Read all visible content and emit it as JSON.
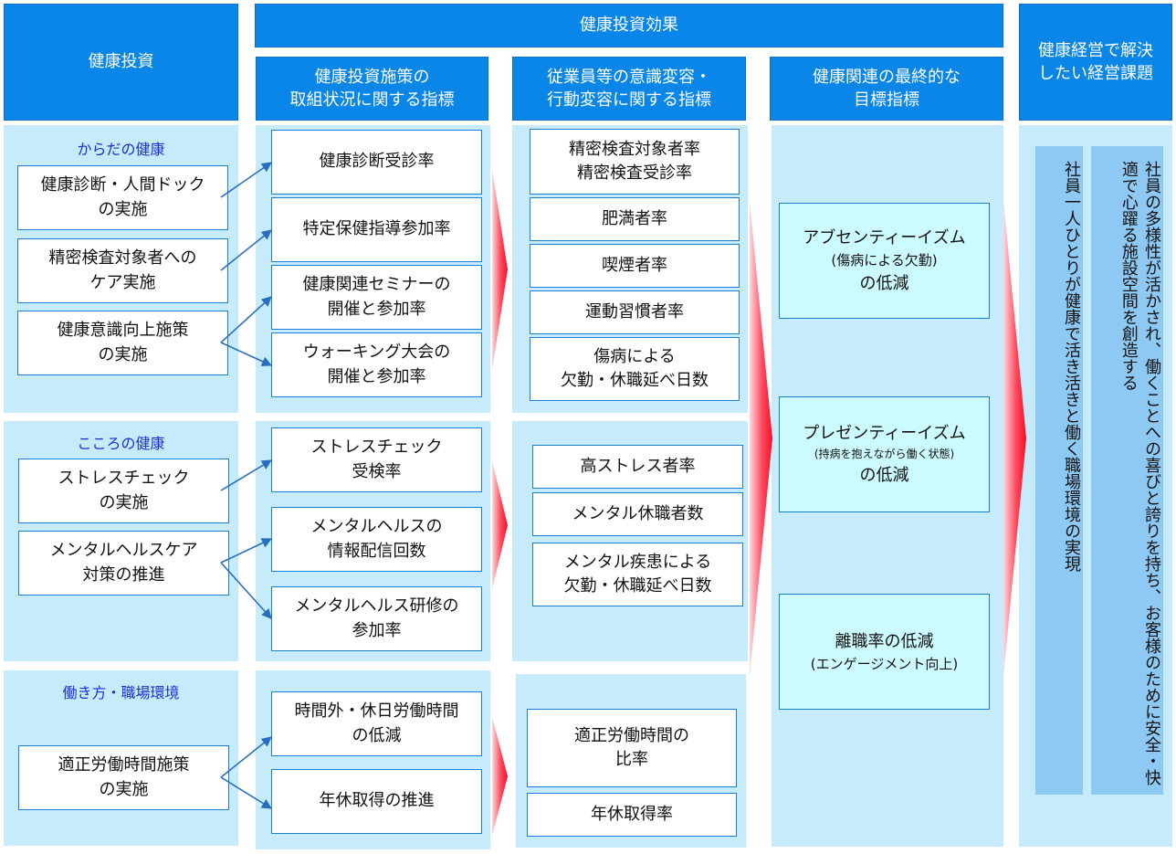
{
  "headers": {
    "kenko_toshi": "健康投資",
    "kenko_toshi_koka": "健康投資効果",
    "col1": "健康投資施策の\n取組状況に関する指標",
    "col2": "従業員等の意識変容・\n行動変容に関する指標",
    "col3": "健康関連の最終的な\n目標指標",
    "col4": "健康経営で解決\nしたい経営課題"
  },
  "sections": {
    "body": "からだの健康",
    "mind": "こころの健康",
    "work": "働き方・職場環境"
  },
  "investments": {
    "i1": "健康診断・人間ドック\nの実施",
    "i2": "精密検査対象者への\nケア実施",
    "i3": "健康意識向上施策\nの実施",
    "i4": "ストレスチェック\nの実施",
    "i5": "メンタルヘルスケア\n対策の推進",
    "i6": "適正労働時間施策\nの実施"
  },
  "indicators": {
    "a1": "健康診断受診率",
    "a2": "特定保健指導参加率",
    "a3": "健康関連セミナーの\n開催と参加率",
    "a4": "ウォーキング大会の\n開催と参加率",
    "a5": "ストレスチェック\n受検率",
    "a6": "メンタルヘルスの\n情報配信回数",
    "a7": "メンタルヘルス研修の\n参加率",
    "a8": "時間外・休日労働時間\nの低減",
    "a9": "年休取得の推進"
  },
  "behaviors": {
    "b1": "精密検査対象者率\n精密検査受診率",
    "b2": "肥満者率",
    "b3": "喫煙者率",
    "b4": "運動習慣者率",
    "b5": "傷病による\n欠勤・休職延べ日数",
    "b6": "高ストレス者率",
    "b7": "メンタル休職者数",
    "b8": "メンタル疾患による\n欠勤・休職延べ日数",
    "b9": "適正労働時間の\n比率",
    "b10": "年休取得率"
  },
  "goals": {
    "g1_title": "アブセンティーイズム",
    "g1_sub": "(傷病による欠勤)",
    "g1_end": "の低減",
    "g2_title": "プレゼンティーイズム",
    "g2_sub": "(持病を抱えながら働く状態)",
    "g2_end": "の低減",
    "g3_title": "離職率の低減",
    "g3_sub": "(エンゲージメント向上)"
  },
  "issues": {
    "v1": "社員一人ひとりが健康で活き活きと働く職場環境の実現",
    "v2": "社員の多様性が活かされ、働くことへの喜びと誇りを持ち、お客様のために安全・快適で心躍る施設空間を創造する"
  },
  "colors": {
    "header_blue": "#0a86e8",
    "panel_light": "#c6ebfb",
    "goal_cyan": "#ccfbff",
    "vertical_blue": "#8ec9f3",
    "arrow_red": "#f0102a",
    "section_text": "#1a2fd8"
  }
}
